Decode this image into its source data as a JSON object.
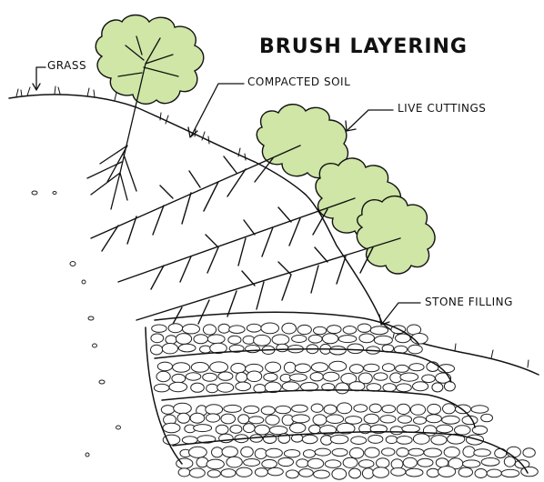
{
  "diagram": {
    "title": "BRUSH LAYERING",
    "labels": {
      "grass": "GRASS",
      "compacted_soil": "COMPACTED SOIL",
      "live_cuttings": "LIVE CUTTINGS",
      "stone_filling": "STONE FILLING"
    },
    "colors": {
      "foliage": "#cfe6a6",
      "ink": "#111111",
      "paper": "#ffffff"
    }
  }
}
